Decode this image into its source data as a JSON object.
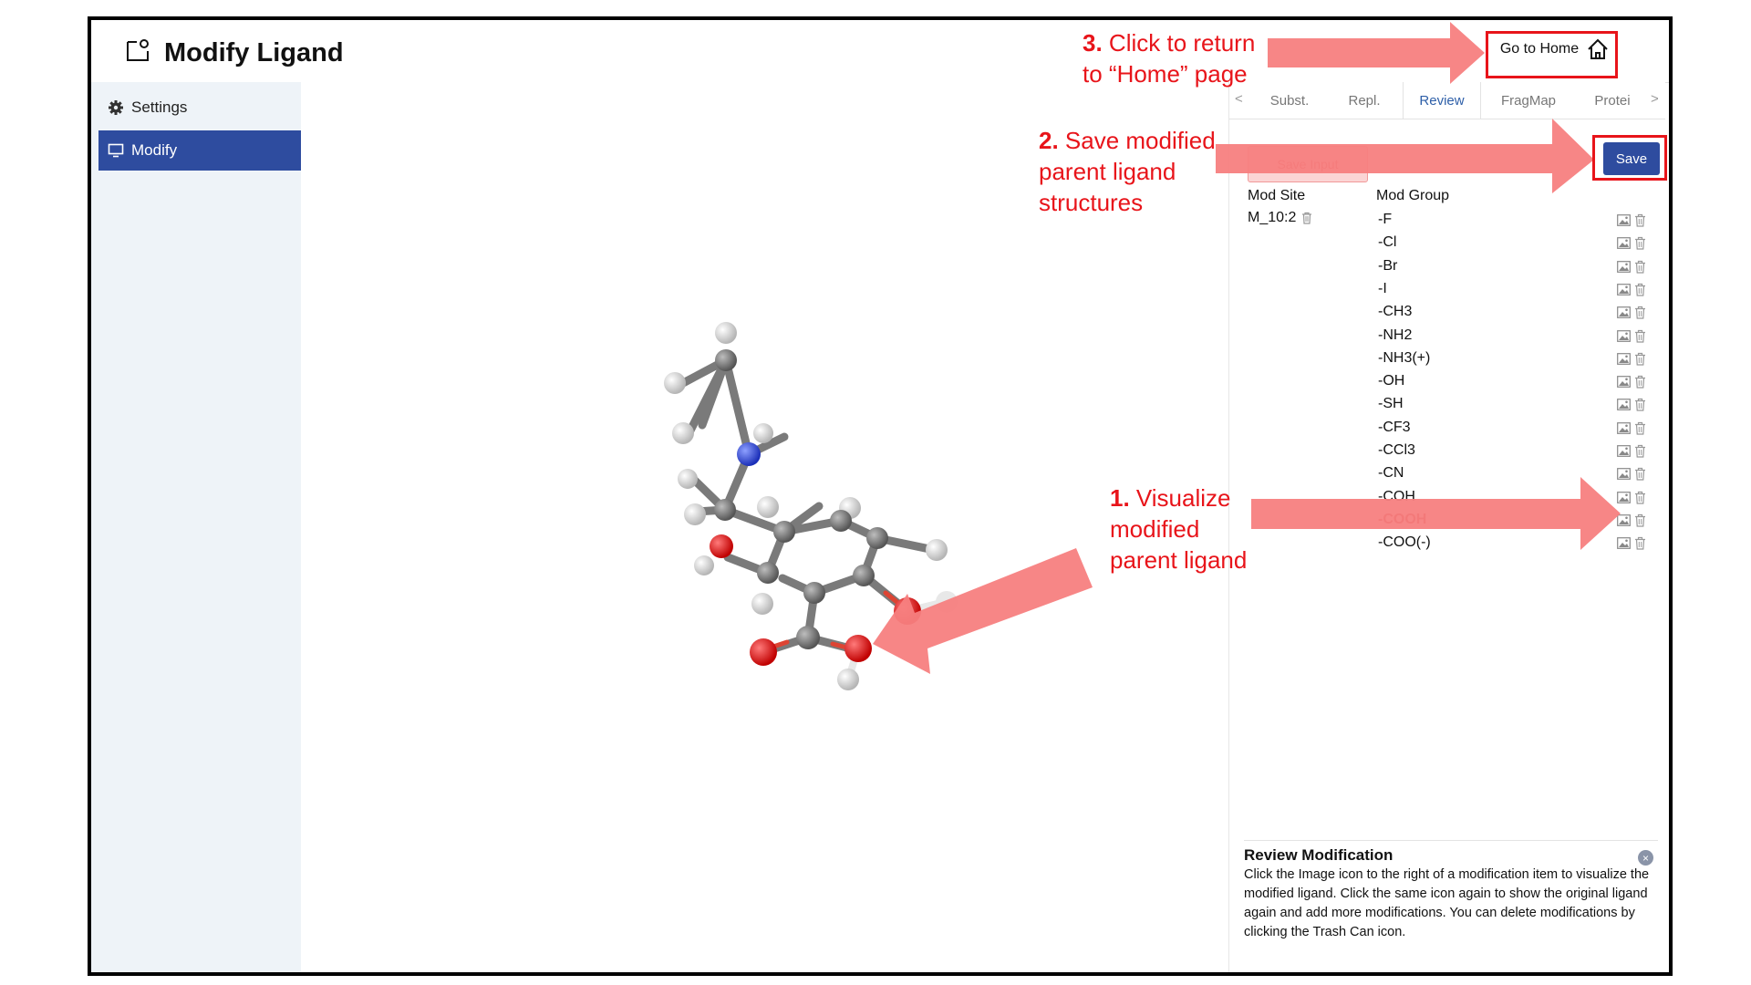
{
  "header": {
    "title": "Modify Ligand",
    "home_label": "Go to Home"
  },
  "sidebar": {
    "items": [
      {
        "label": "Settings"
      },
      {
        "label": "Modify"
      }
    ]
  },
  "tabs": {
    "left_arrow": "<",
    "right_arrow": ">",
    "items": [
      {
        "label": "Subst."
      },
      {
        "label": "Repl."
      },
      {
        "label": "Review"
      },
      {
        "label": "FragMap"
      },
      {
        "label": "Protei"
      }
    ],
    "active": "Review"
  },
  "actions": {
    "save_input": "Save Input",
    "save": "Save"
  },
  "table": {
    "col_site": "Mod Site",
    "col_group": "Mod Group",
    "site": "M_10:2",
    "groups": [
      "-F",
      "-Cl",
      "-Br",
      "-I",
      "-CH3",
      "-NH2",
      "-NH3(+)",
      "-OH",
      "-SH",
      "-CF3",
      "-CCl3",
      "-CN",
      "-COH",
      "-COOH",
      "-COO(-)"
    ],
    "highlighted": "-COOH"
  },
  "help": {
    "title": "Review Modification",
    "text": "Click the Image icon to the right of a modification item to visualize the modified ligand. Click the same icon again to show the original ligand again and add more modifications. You can delete modifications by clicking the Trash Can icon.",
    "close": "×"
  },
  "annotations": {
    "step3_num": "3.",
    "step3_line1": " Click to return",
    "step3_line2": "to “Home” page",
    "step2_num": "2.",
    "step2_line1": " Save modified",
    "step2_line2": "parent ligand",
    "step2_line3": "structures",
    "step1_num": "1.",
    "step1_line1": " Visualize",
    "step1_line2": "modified",
    "step1_line3": "parent ligand"
  },
  "colors": {
    "accent": "#2e4c9f",
    "annotation_red": "#e8141a",
    "arrow_fill": "#f78080",
    "carbon": "#7a7a7a",
    "oxygen": "#e01010",
    "nitrogen": "#2a45d8",
    "hydrogen": "#e9e9e9"
  },
  "icons": {
    "app": "modify-ligand-icon",
    "home": "home-icon",
    "settings": "gear-icon",
    "modify": "monitor-icon",
    "image": "image-icon",
    "trash": "trash-icon",
    "close": "close-circle-icon"
  }
}
